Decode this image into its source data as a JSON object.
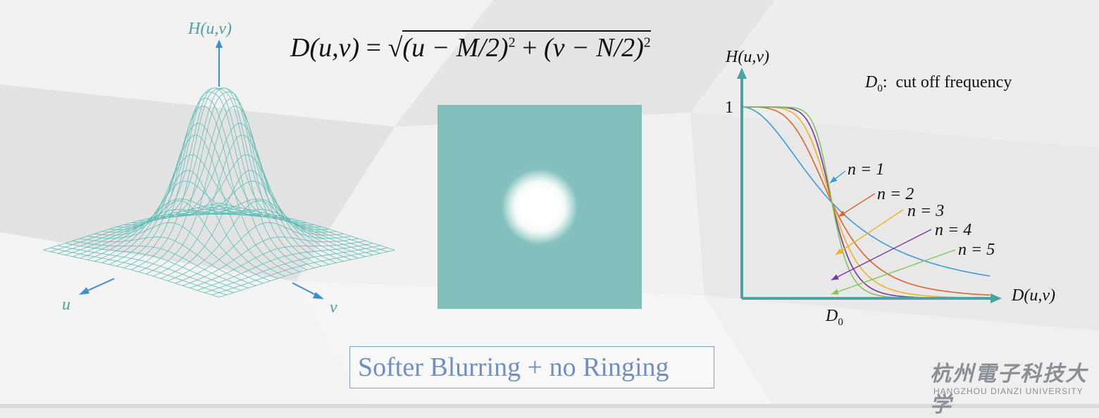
{
  "formula": {
    "lhs": "D(u,v)",
    "eq": "=",
    "sqrt": "√",
    "term1": "(u − M/2)",
    "exp1": "2",
    "plus": "+",
    "term2": "(v − N/2)",
    "exp2": "2"
  },
  "plot3d": {
    "axis_h": "H(u,v)",
    "axis_u": "u",
    "axis_v": "v"
  },
  "chart_data": {
    "type": "line",
    "y_axis_label": "H(u,v)",
    "x_axis_label": "D(u,v)",
    "y_tick": "1",
    "x_tick": "D0",
    "annotation_symbol": "D",
    "annotation_sub": "0",
    "annotation_text": "cut off frequency",
    "series": [
      {
        "name": "n = 1",
        "n": 1,
        "color": "#3b9bd6"
      },
      {
        "name": "n = 2",
        "n": 2,
        "color": "#e2622a"
      },
      {
        "name": "n = 3",
        "n": 3,
        "color": "#f3b020"
      },
      {
        "name": "n = 4",
        "n": 4,
        "color": "#7a34a6"
      },
      {
        "name": "n = 5",
        "n": 5,
        "color": "#80c65a"
      }
    ]
  },
  "caption": "Softer Blurring + no Ringing",
  "logo": {
    "cn": "杭州電子科技大学",
    "en": "HANGZHOU DIANZI UNIVERSITY"
  }
}
